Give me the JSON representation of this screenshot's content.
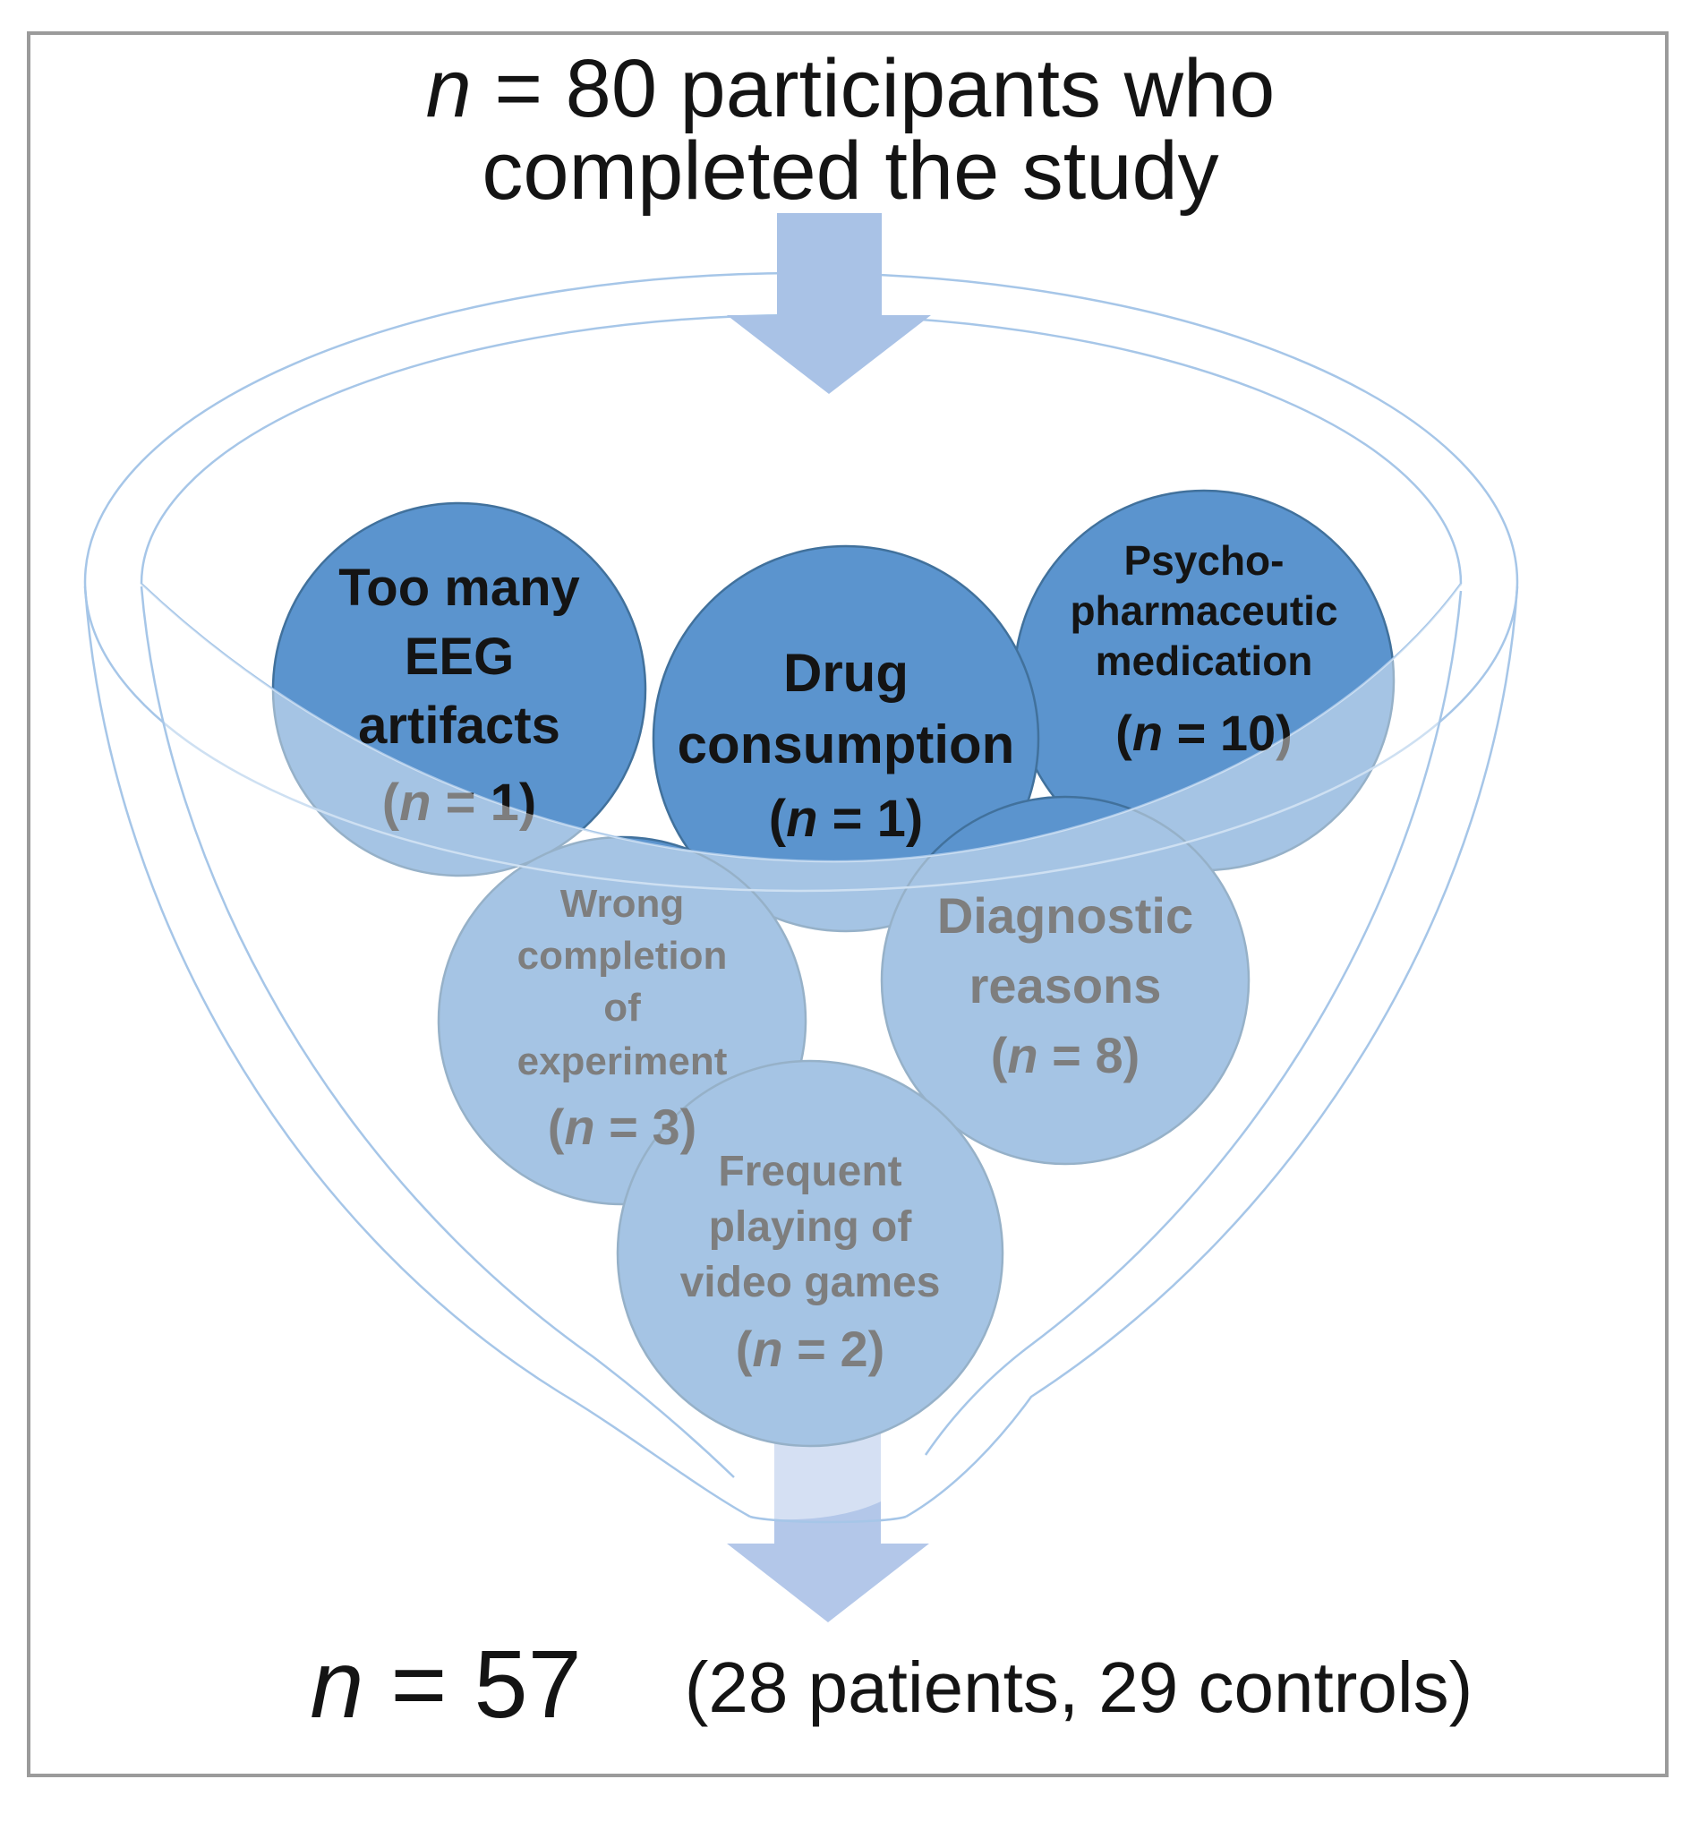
{
  "top_label": {
    "n_char": "n",
    "line1_rest": " = 80 participants who",
    "line2": "completed the study"
  },
  "circles": [
    {
      "id": "too-many-eeg-artifacts",
      "lines": [
        "Too many",
        "EEG",
        "artifacts"
      ],
      "n_open": "(",
      "n_char": "n",
      "n_rest": " = 1)",
      "count": 1
    },
    {
      "id": "psychopharmaceutic-medication",
      "lines": [
        "Psycho-",
        "pharmaceutic",
        "medication"
      ],
      "n_open": "(",
      "n_char": "n",
      "n_rest": " = 10)",
      "count": 10
    },
    {
      "id": "drug-consumption",
      "lines": [
        "Drug",
        "consumption"
      ],
      "n_open": "(",
      "n_char": "n",
      "n_rest": " = 1)",
      "count": 1
    },
    {
      "id": "wrong-completion-of-experiment",
      "lines": [
        "Wrong",
        "completion",
        "of",
        "experiment"
      ],
      "n_open": "(",
      "n_char": "n",
      "n_rest": " = 3)",
      "count": 3
    },
    {
      "id": "diagnostic-reasons",
      "lines": [
        "Diagnostic",
        "reasons"
      ],
      "n_open": "(",
      "n_char": "n",
      "n_rest": " = 8)",
      "count": 8
    },
    {
      "id": "frequent-playing-of-video-games",
      "lines": [
        "Frequent",
        "playing of",
        "video games"
      ],
      "n_open": "(",
      "n_char": "n",
      "n_rest": " = 2)",
      "count": 2
    }
  ],
  "result": {
    "n_char": "n",
    "value_rest": " = 57",
    "detail": "(28 patients, 29 controls)"
  },
  "colors": {
    "circle_fill": "#5b94ce",
    "circle_stroke": "#41719c",
    "funnel_line": "#a6c6e8",
    "arrow_top": "#a9c2e6",
    "arrow_bottom": "#b3c7e9",
    "overlay": "rgba(255,255,255,0.45)",
    "frame": "#9b9b9b"
  }
}
